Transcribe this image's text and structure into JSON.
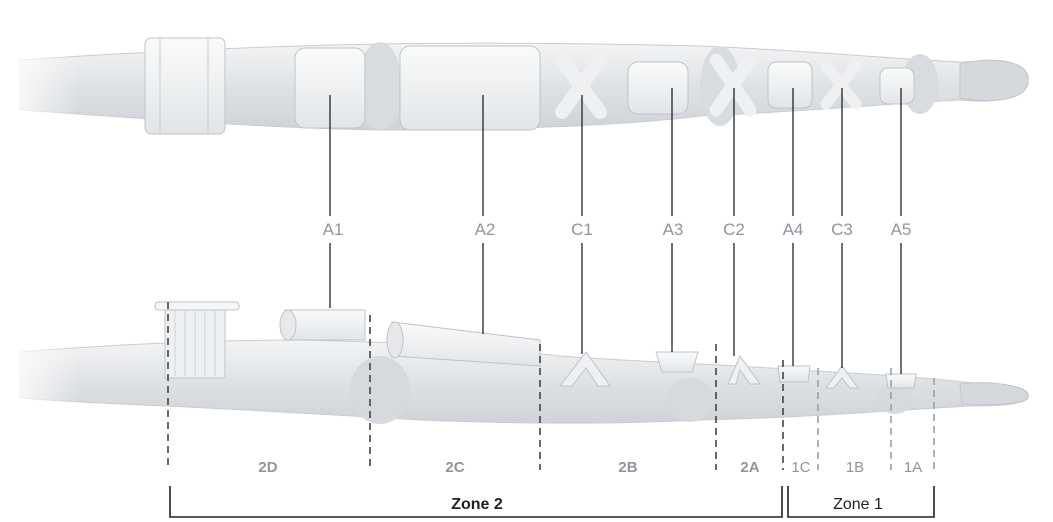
{
  "pulley_labels": [
    "A1",
    "A2",
    "C1",
    "A3",
    "C2",
    "A4",
    "C3",
    "A5"
  ],
  "subzones": [
    "2D",
    "2C",
    "2B",
    "2A",
    "1C",
    "1B",
    "1A"
  ],
  "zones": {
    "zone2": "Zone 2",
    "zone1": "Zone 1"
  },
  "colors": {
    "bone": "#e6e8ea",
    "bone_edge": "#c9ccd0",
    "pulley": "#f4f5f6",
    "line": "#222222",
    "label": "#8f969d"
  }
}
